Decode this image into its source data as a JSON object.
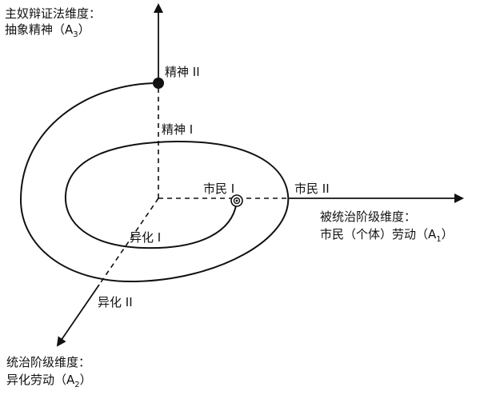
{
  "axes": {
    "vertical": {
      "line1": "主奴辩证法维度：",
      "line2_pre": "抽象精神（A",
      "line2_sub": "3",
      "line2_post": "）"
    },
    "horizontal": {
      "line1": "被统治阶级维度：",
      "line2_pre": "市民（个体）劳动（A",
      "line2_sub": "1",
      "line2_post": "）"
    },
    "diagonal": {
      "line1": "统治阶级维度：",
      "line2_pre": "异化劳动（A",
      "line2_sub": "2",
      "line2_post": "）"
    }
  },
  "point_labels": {
    "spirit_2": "精神 II",
    "spirit_1": "精神 I",
    "citizen_1": "市民 I",
    "citizen_2": "市民 II",
    "alien_1": "异化 I",
    "alien_2": "异化 II"
  }
}
